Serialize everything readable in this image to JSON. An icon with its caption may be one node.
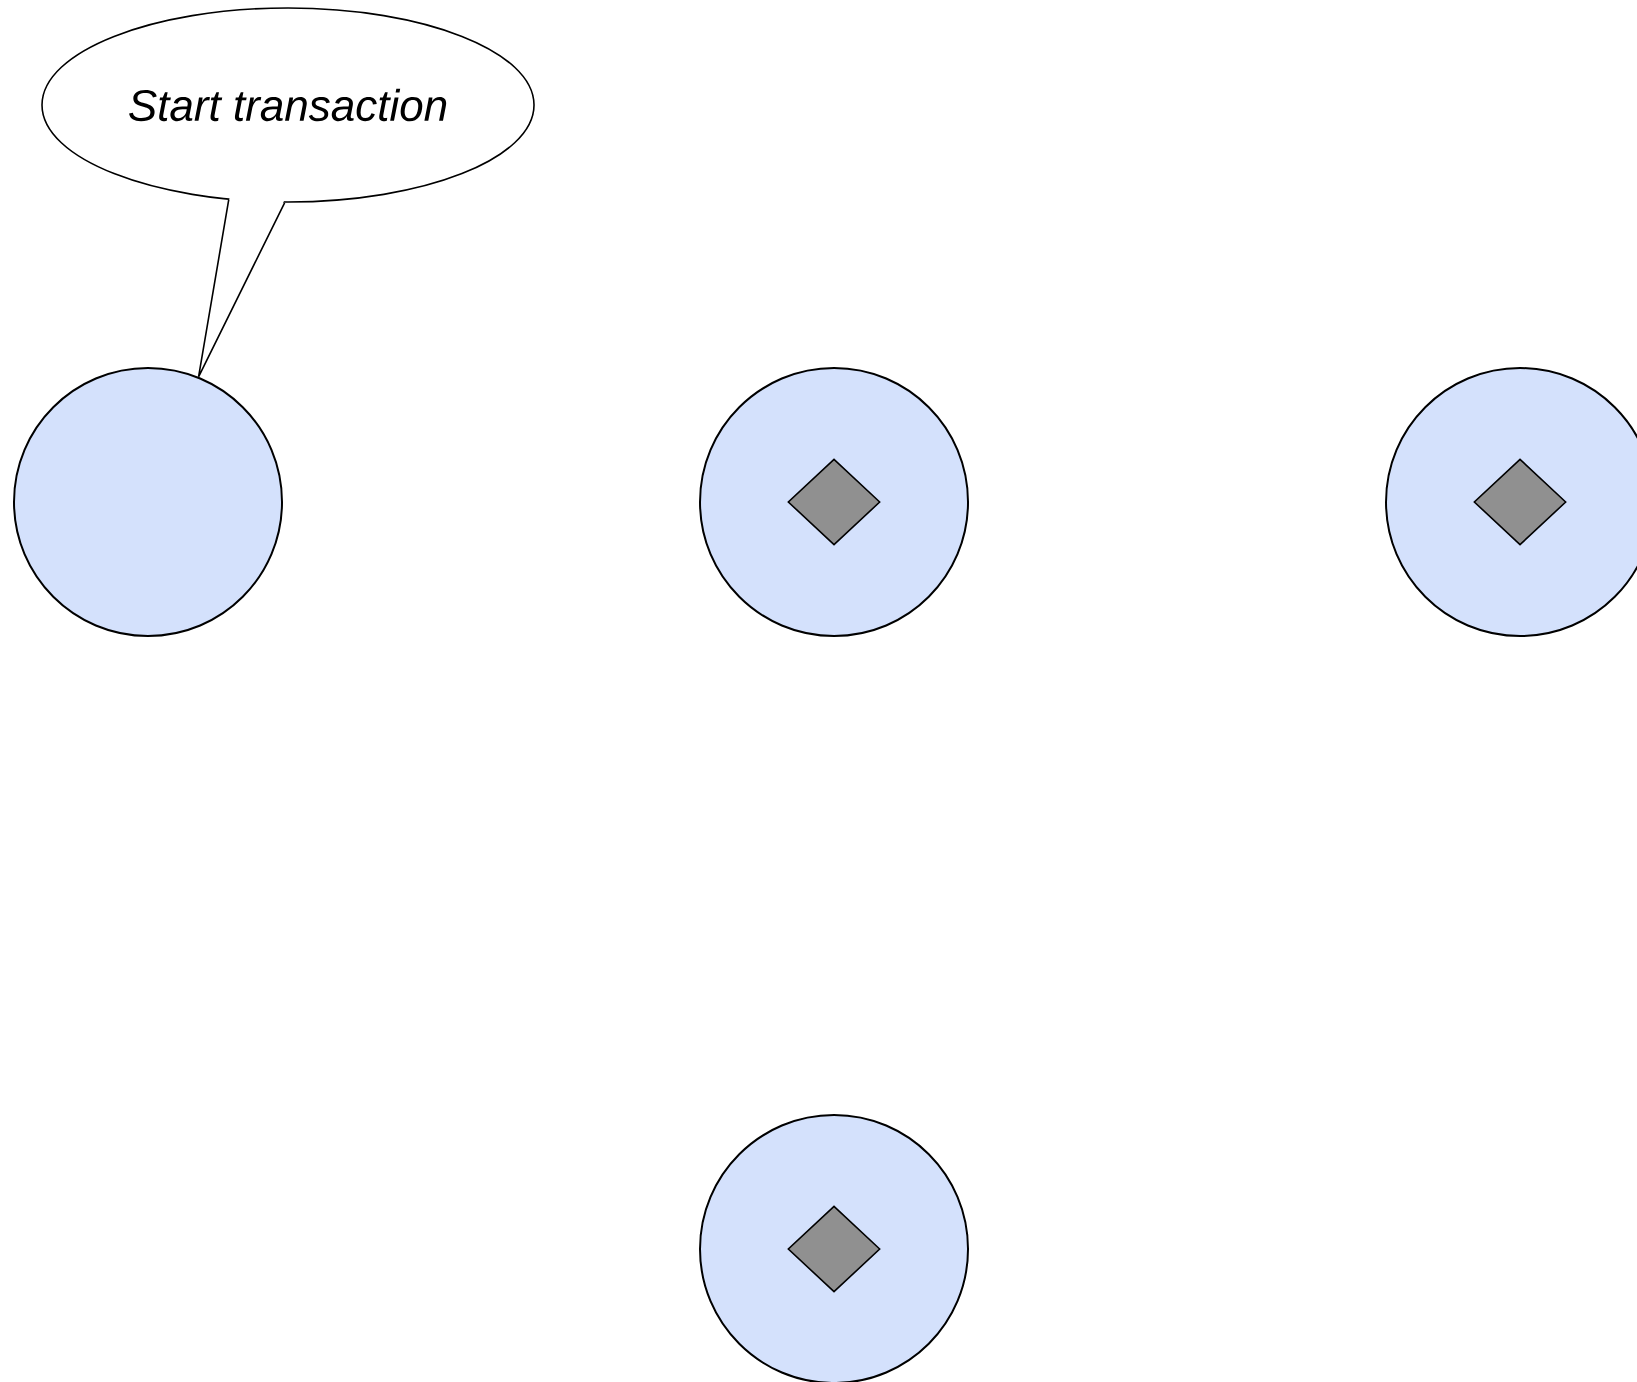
{
  "diagram": {
    "nodes": [
      {
        "text": [
          "Start transaction"
        ]
      },
      {
        "text": [],
        "shape": "circle"
      },
      {
        "text": [],
        "shape": "circle"
      },
      {
        "text": [],
        "shape": "diamond",
        "in": 2
      },
      {
        "text": [],
        "shape": "circle"
      },
      {
        "text": [],
        "shape": "diamond",
        "in": 4
      },
      {
        "text": [],
        "shape": "circle"
      },
      {
        "text": [],
        "shape": "diamond",
        "in": 6
      }
    ],
    "edges": [
      {
        "from": 0,
        "to": 1,
        "arrow": "none"
      }
    ]
  }
}
